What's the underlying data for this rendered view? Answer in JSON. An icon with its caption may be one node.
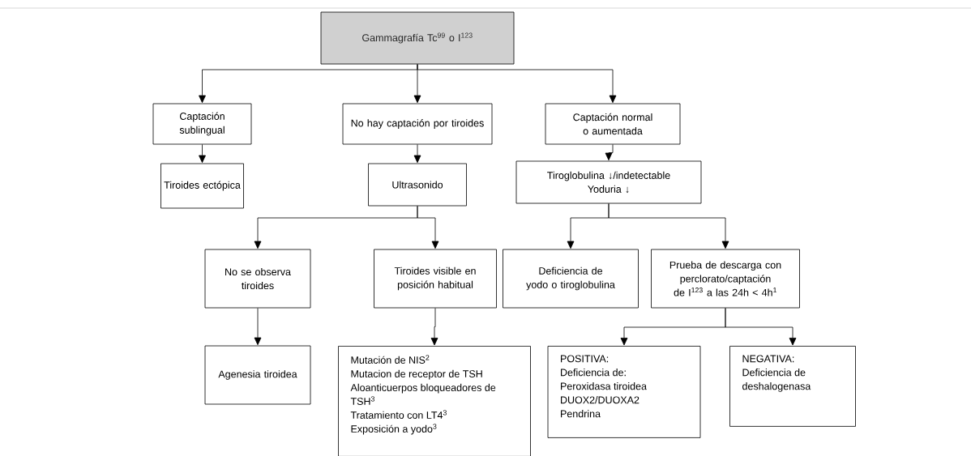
{
  "diagram": {
    "nodes": [
      {
        "text": [
          "Gammagrafía Tc$^{99}$ o I$^{123}$"
        ]
      },
      {
        "text": [
          "Captación sublingual"
        ]
      },
      {
        "text": [
          "No hay captación por tiroides"
        ]
      },
      {
        "text": [
          "Captación normal o aumentada"
        ]
      },
      {
        "text": [
          "Tiroides ectópica"
        ]
      },
      {
        "text": [
          "Ultrasonido"
        ]
      },
      {
        "text": [
          "Tiroglobulina ↓/indetectable",
          "Yoduria ↓"
        ]
      },
      {
        "text": [
          "No se observa tiroides"
        ]
      },
      {
        "text": [
          "Tiroides visible en posición habitual"
        ]
      },
      {
        "text": [
          "Deficiencia de yodo o tiroglobulina"
        ]
      },
      {
        "text": [
          "Prueba de descarga con perclorato/captación de I$^{123}$ a las 24h < 4h$^{1}$"
        ]
      },
      {
        "text": [
          "Agenesia tiroidea"
        ]
      },
      {
        "text": [
          "Mutación de NIS$^{2}$",
          "Mutacion de receptor de TSH",
          "Aloanticuerpos bloqueadores de TSH$^{3}$",
          "Tratamiento con LT4$^{3}$",
          "Exposición a yodo$^{3}$"
        ]
      },
      {
        "text": [
          "POSITIVA:",
          "Deficiencia de:",
          "Peroxidasa tiroidea",
          "DUOX2/DUOXA2",
          "Pendrina"
        ]
      },
      {
        "text": [
          "NEGATIVA:",
          "Deficiencia de deshalogenasa"
        ]
      }
    ],
    "edges": [
      {
        "from": 0,
        "to": 1,
        "arrow": "to"
      },
      {
        "from": 0,
        "to": 2,
        "arrow": "to"
      },
      {
        "from": 0,
        "to": 3,
        "arrow": "to"
      },
      {
        "from": 1,
        "to": 4,
        "arrow": "to"
      },
      {
        "from": 2,
        "to": 5,
        "arrow": "to"
      },
      {
        "from": 3,
        "to": 6,
        "arrow": "to"
      },
      {
        "from": 5,
        "to": 7,
        "arrow": "to"
      },
      {
        "from": 5,
        "to": 8,
        "arrow": "to"
      },
      {
        "from": 6,
        "to": 9,
        "arrow": "to"
      },
      {
        "from": 6,
        "to": 10,
        "arrow": "to"
      },
      {
        "from": 7,
        "to": 11,
        "arrow": "to"
      },
      {
        "from": 8,
        "to": 12,
        "arrow": "to"
      },
      {
        "from": 10,
        "to": 13,
        "arrow": "to"
      },
      {
        "from": 10,
        "to": 14,
        "arrow": "to"
      }
    ]
  }
}
